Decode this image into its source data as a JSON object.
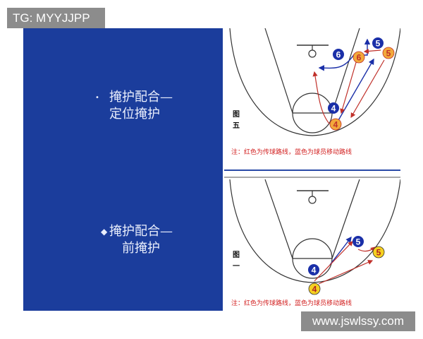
{
  "watermarks": {
    "top_left": "TG: MYYJJPP",
    "bottom_right": "www.jswlssy.com"
  },
  "left_panel": {
    "item1_line1": "掩护配合—",
    "item1_line2": "定位掩护",
    "item2_line1": "掩护配合—",
    "item2_line2": "前掩护"
  },
  "diagram_top": {
    "figure_label_1": "图",
    "figure_label_2": "五",
    "note": "注：红色为传球路线，蓝色为球员移动路线",
    "players": [
      "5",
      "6",
      "6",
      "5",
      "4",
      "4"
    ]
  },
  "diagram_bottom": {
    "figure_label_1": "图",
    "figure_label_2": "一",
    "note": "注：红色为传球路线，蓝色为球员移动路线",
    "players": [
      "5",
      "5",
      "4",
      "4"
    ]
  },
  "colors": {
    "panel_blue": "#1b3d9c",
    "player_blue": "#1a2fa8",
    "player_orange": "#f2a93b",
    "player_yellow": "#f5d020",
    "pass_red": "#c0302a",
    "move_blue": "#1a2fa8"
  }
}
